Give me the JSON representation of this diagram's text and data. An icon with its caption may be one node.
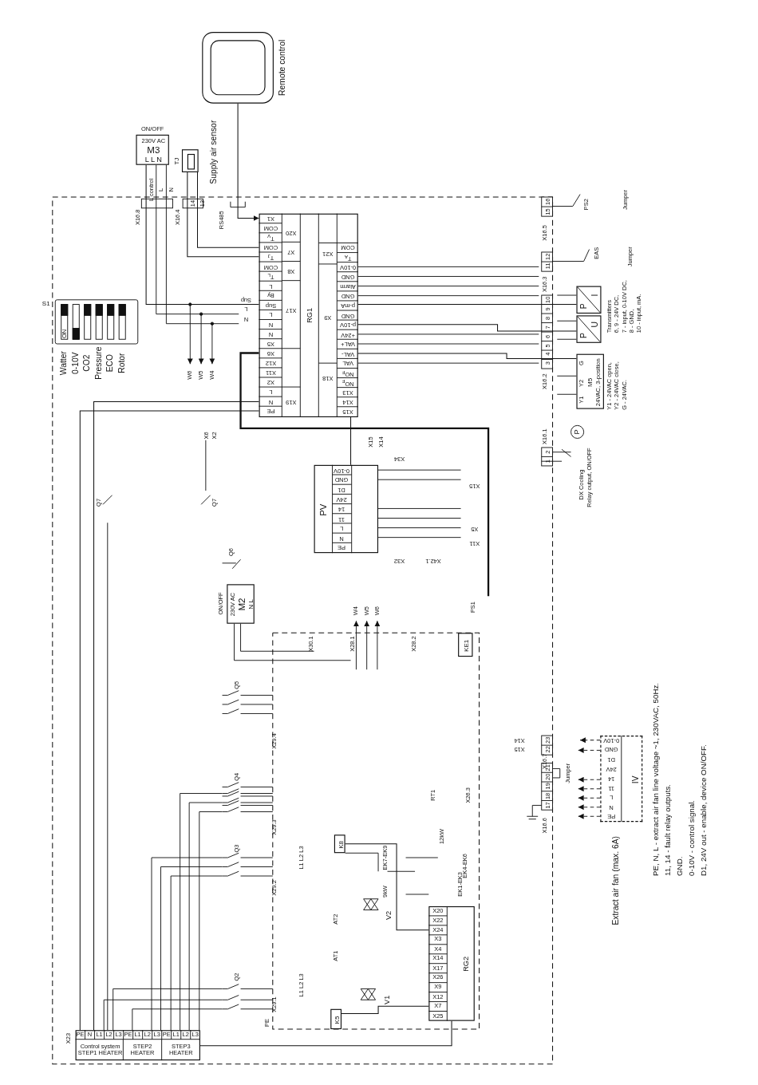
{
  "diagram": {
    "nodes": [
      {
        "text": [],
        "shape": "box",
        "beside": [
          "Remote control"
        ]
      },
      {
        "text": [
          "230V AC",
          "M3",
          "L L N"
        ],
        "beside": [
          "ON/OFF"
        ]
      },
      {
        "text": [],
        "shape": "box",
        "beside": [
          "TJ",
          "Supply air sensor"
        ]
      },
      {
        "text": [
          "RG1"
        ]
      },
      {
        "text": [
          "PV"
        ]
      },
      {
        "text": [
          "230V AC",
          "M2",
          "N L"
        ],
        "beside": [
          "ON/OFF"
        ]
      },
      {
        "text": [
          "KE1"
        ]
      },
      {
        "text": [
          "P",
          "I"
        ]
      },
      {
        "text": [
          "P",
          "U"
        ]
      },
      {
        "text": [
          "M5",
          "24VAC, 3-position"
        ],
        "beside": [
          "Y1 - 24VAC open,",
          "Y2 - 24VAC close,",
          "G - 24VAC."
        ]
      },
      {
        "text": [
          "K8"
        ]
      },
      {
        "text": [
          "K5"
        ]
      },
      {
        "text": [
          "RG2"
        ]
      },
      {
        "text": [
          "Control system STEP1 HEATER",
          "STEP2 HEATER",
          "STEP3 HEATER"
        ],
        "beside": [
          "X23"
        ]
      },
      {
        "text": [
          "IV"
        ],
        "beside": [
          "Extract air fan (max. 6A)",
          "PE, N, L - extract air fan line voltage ~1, 230VAC, 50Hz.",
          "11, 14 - fault relay outputs.",
          "GND.",
          "0-10V - control signal.",
          "D1, 24V out - enable, device ON/OFF."
        ]
      }
    ],
    "edges": [
      {
        "from": 0,
        "to": 3,
        "arrow": "to"
      },
      {
        "from": 1,
        "to": 3,
        "arrow": "none"
      },
      {
        "from": 2,
        "to": 3,
        "arrow": "none"
      },
      {
        "from": 4,
        "to": 3,
        "arrow": "none"
      },
      {
        "from": 7,
        "to": 3,
        "arrow": "none"
      },
      {
        "from": 8,
        "to": 3,
        "arrow": "none"
      },
      {
        "from": 9,
        "to": 3,
        "arrow": "none"
      },
      {
        "from": 12,
        "to": 13,
        "arrow": "none"
      },
      {
        "from": 10,
        "to": 12,
        "arrow": "none"
      },
      {
        "from": 11,
        "to": 12,
        "arrow": "none"
      },
      {
        "from": 14,
        "to": null,
        "arrow": "to",
        "style": "dashed"
      },
      {
        "from": 13,
        "to": 3,
        "arrow": "none"
      },
      {
        "from": 13,
        "to": 3,
        "arrow": "none"
      },
      {
        "from": 2,
        "to": 3,
        "arrow": "none"
      }
    ],
    "labels": [
      "X16.8",
      "L control",
      "L",
      "N",
      "X16.4",
      "14",
      "13",
      "RS485",
      "S1",
      "ON",
      "Watter",
      "0-10V",
      "CO2",
      "Pressure",
      "ECO",
      "Rotor",
      "Sup",
      "L",
      "N",
      "W6",
      "W5",
      "W4",
      "X1",
      "COM",
      "T$_{V}$",
      "COM",
      "T$_{J}$",
      "COM",
      "T$_{L}$",
      "L",
      "By",
      "Sup",
      "L",
      "N",
      "N",
      "X5",
      "X6",
      "X12",
      "X11",
      "X2",
      "L",
      "N",
      "PE",
      "X20",
      "X7",
      "X8",
      "X17",
      "X19",
      "X21",
      "X9",
      "X18",
      "COM",
      "T$_{A}$",
      "0-10V",
      "GND",
      "Alarm",
      "GND",
      "p-mA",
      "GND",
      "p-10V",
      "+24V",
      "VAL+",
      "VAL-",
      "VAL",
      "NO$_{F}$",
      "NO$_{F}$",
      "X13",
      "X14",
      "X15",
      "X15",
      "X14",
      "X6",
      "X2",
      "Q7",
      "Q7",
      "Q6",
      "0-10V",
      "GND",
      "D1",
      "24V",
      "14",
      "11",
      "L",
      "N",
      "PE",
      "X34",
      "X32",
      "X42.1",
      "X15",
      "X5",
      "X11",
      "X30.1",
      "X28.1",
      "X28.2",
      "W4",
      "W5",
      "W6",
      "PS1",
      "X16.5",
      "15",
      "16",
      "PS2",
      "Jumper",
      "X16.3",
      "12",
      "11",
      "EAS",
      "Jumper",
      "X16.2",
      "10",
      "9",
      "8",
      "7",
      "6",
      "5",
      "4",
      "3",
      "Transmitters",
      "6, 9 - 24V DC,",
      "7 - input, 0-10V DC,",
      "8 - GND,",
      "10 - input, mA.",
      "Y1",
      "Y2",
      "G",
      "X16.1",
      "2",
      "1",
      "P",
      "DX Cooling",
      "Relay output, ON/OFF",
      "Q5",
      "X29.4",
      "Q4",
      "X29.3",
      "Q3",
      "X29.2",
      "Q2",
      "X29.1",
      "L1 L2 L3",
      "L1 L2 L3",
      "EK7-EK9",
      "9kW",
      "12kW",
      "EK4-EK6",
      "EK1-EK3",
      "AT2",
      "AT1",
      "V2",
      "V1",
      "RT1",
      "X26.3",
      "X20",
      "X22",
      "X24",
      "X3",
      "X4",
      "X14",
      "X17",
      "X26",
      "X9",
      "X12",
      "X7",
      "X25",
      "PE",
      "PE",
      "N",
      "L1",
      "L2",
      "L3",
      "PE",
      "L1",
      "L2",
      "L3",
      "PE",
      "L1",
      "L2",
      "L3",
      "X16.7",
      "23",
      "22",
      "X14",
      "X15",
      "21",
      "20",
      "19",
      "18",
      "17",
      "X16.6",
      "Jumper",
      "0-10V",
      "GND",
      "D1",
      "24V",
      "14",
      "11",
      "L",
      "N",
      "PE"
    ]
  }
}
